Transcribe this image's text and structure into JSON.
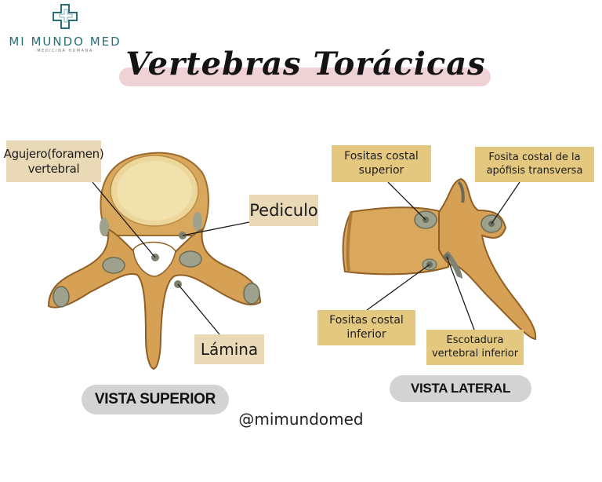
{
  "brand": {
    "name": "MI MUNDO MED",
    "tagline": "·MEDICINA HUMANA·",
    "color": "#2a6f78"
  },
  "title": "Vertebras Torácicas",
  "superior": {
    "caption": "VISTA SUPERIOR",
    "labels": {
      "foramen": "Agujero(foramen) vertebral",
      "pediculo": "Pediculo",
      "lamina": "Lámina"
    }
  },
  "lateral": {
    "caption": "VISTA LATERAL",
    "labels": {
      "fositas_superior": "Fositas costal superior",
      "fosita_transversa": "Fosita costal de la apófisis transversa",
      "fositas_inferior": "Fositas costal inferior",
      "escotadura": "Escotadura vertebral inferior"
    }
  },
  "handle": "@mimundomed",
  "colors": {
    "label_light": "#ead9b6",
    "label_gold": "#e4c87f",
    "bone": "#d9a85c",
    "title_highlight": "#efd2d6",
    "pill": "#d3d3d3"
  }
}
